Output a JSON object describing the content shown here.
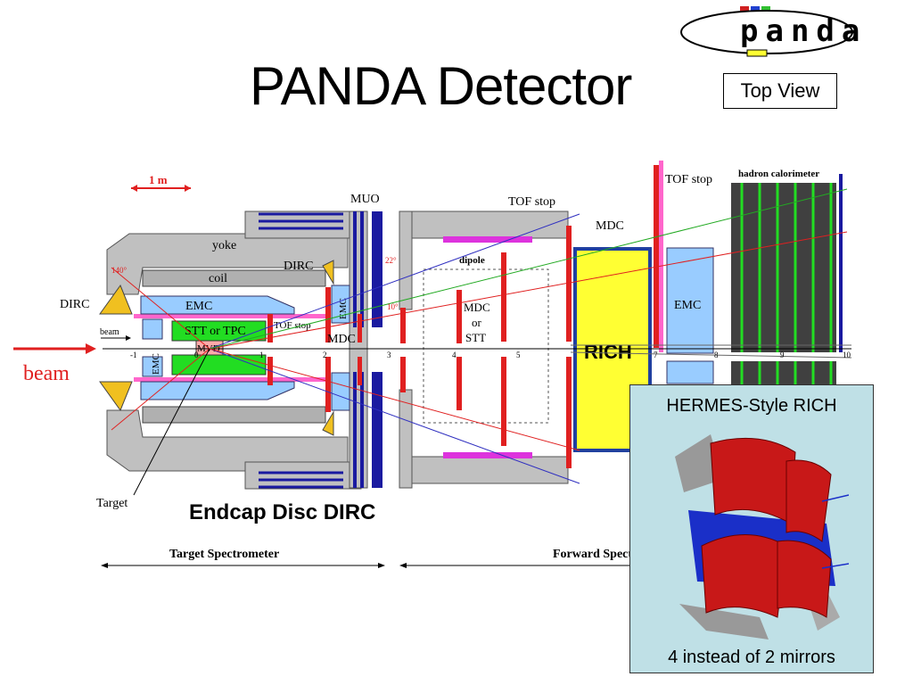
{
  "slide": {
    "title": "PANDA Detector",
    "view_label": "Top View",
    "logo_text": "panda",
    "caption": "Endcap Disc DIRC"
  },
  "diagram": {
    "scale_label": "1 m",
    "beam_label": "beam",
    "beam_small": "beam",
    "target_label": "Target",
    "target_spectrometer": "Target Spectrometer",
    "forward_spectrometer": "Forward Spectrometer",
    "labels": {
      "yoke": "yoke",
      "coil": "coil",
      "dirc_left": "DIRC",
      "dirc_barrel": "DIRC",
      "emc_barrel": "EMC",
      "emc_end": "EMC",
      "emc_back": "EMC",
      "stt": "STT or TPC",
      "mvd": "MVD",
      "tof_stop_inner": "TOF stop",
      "mdc_inner": "MDC",
      "muo": "MUO",
      "tof_stop_dipole": "TOF stop",
      "dipole": "dipole",
      "mdc_or_stt": "MDC",
      "or": "or",
      "stt2": "STT",
      "mdc_fwd": "MDC",
      "rich": "RICH",
      "tof_stop_fwd": "TOF stop",
      "hadron_cal": "hadron calorimeter",
      "emc_fwd": "EMC",
      "angle_140": "140°",
      "angle_22": "22°",
      "angle_10": "10°"
    },
    "axis_ticks": [
      "-1",
      "0",
      "1",
      "2",
      "3",
      "4",
      "5",
      "7",
      "8",
      "9",
      "10"
    ]
  },
  "inset": {
    "title": "HERMES-Style RICH",
    "caption": "4 instead of 2 mirrors"
  },
  "colors": {
    "beam_red": "#e02020",
    "stt_green": "#22dd22",
    "rich_yellow": "#ffff33",
    "emc_blue": "#99ccff",
    "muo_blue": "#1a1aa0",
    "yoke_gray": "#c0c0c0",
    "mirror_red": "#c81818"
  }
}
